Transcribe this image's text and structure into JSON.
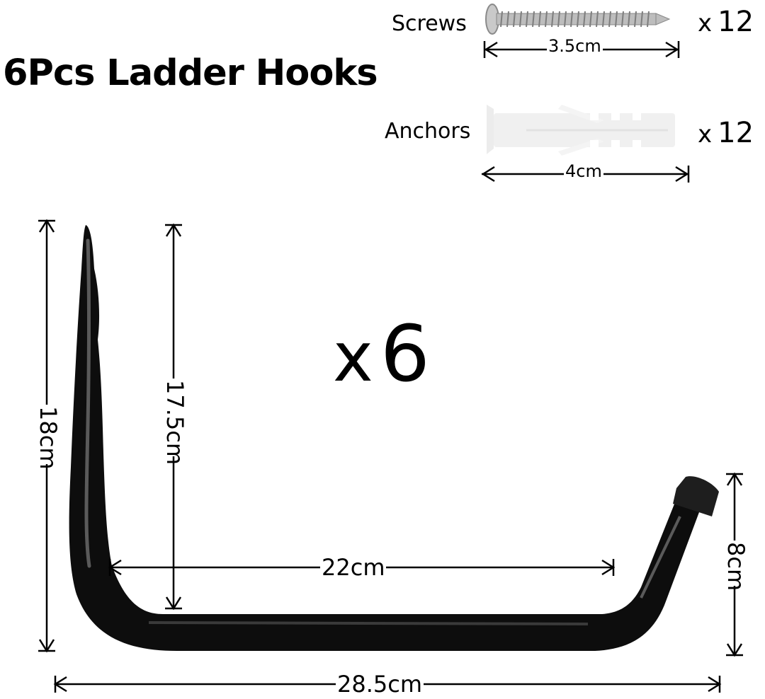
{
  "title": "6Pcs Ladder Hooks",
  "hook_quantity": {
    "prefix": "x",
    "value": "6"
  },
  "accessories": [
    {
      "name": "Screws",
      "quantity_prefix": "x",
      "quantity": "12",
      "length": "3.5cm",
      "color": "#b8b8b8"
    },
    {
      "name": "Anchors",
      "quantity_prefix": "x",
      "quantity": "12",
      "length": "4cm",
      "color": "#f2f2f2"
    }
  ],
  "dimensions": {
    "total_height": "18cm",
    "inner_height": "17.5cm",
    "inner_width": "22cm",
    "total_width": "28.5cm",
    "tip_height": "8cm"
  },
  "colors": {
    "hook": "#0d0d0d",
    "hook_highlight": "#5a5a5a",
    "background": "#ffffff",
    "text": "#000000"
  }
}
